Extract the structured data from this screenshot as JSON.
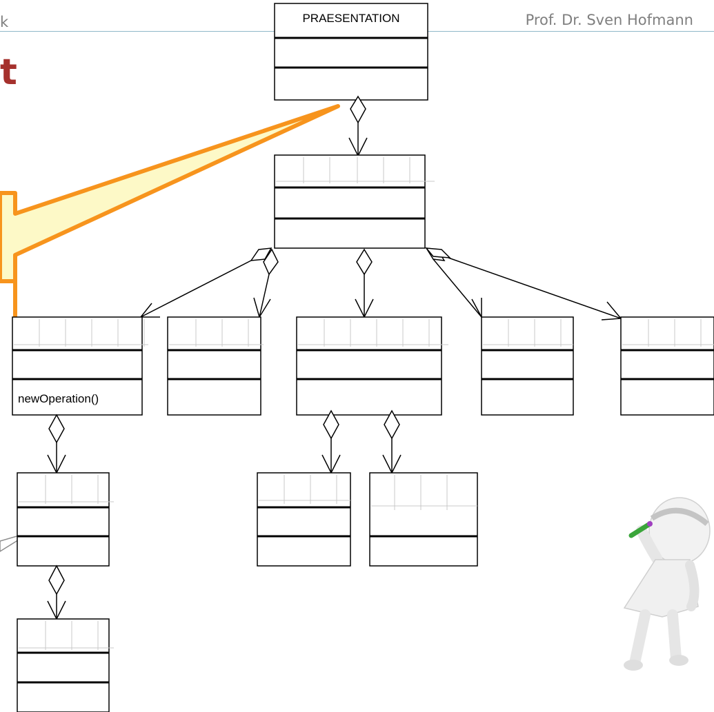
{
  "header": {
    "left_fragment": "k",
    "author": "Prof. Dr. Sven Hofmann"
  },
  "title_fragment": "t",
  "classes": {
    "root": {
      "name": "PRAESENTATION"
    },
    "mid": {
      "name": ""
    },
    "child1": {
      "name": "",
      "operation": "newOperation()"
    },
    "child2": {
      "name": ""
    },
    "child3": {
      "name": ""
    },
    "child4": {
      "name": ""
    },
    "child5": {
      "name": ""
    },
    "grand1": {
      "name": ""
    },
    "grand2": {
      "name": ""
    },
    "grand3": {
      "name": ""
    },
    "great1": {
      "name": ""
    }
  },
  "colors": {
    "callout_fill": "#fdf9c7",
    "callout_stroke": "#f7941d",
    "title": "#a5312d",
    "header_text": "#7f7f7f",
    "header_rule": "#8fb8c8"
  }
}
